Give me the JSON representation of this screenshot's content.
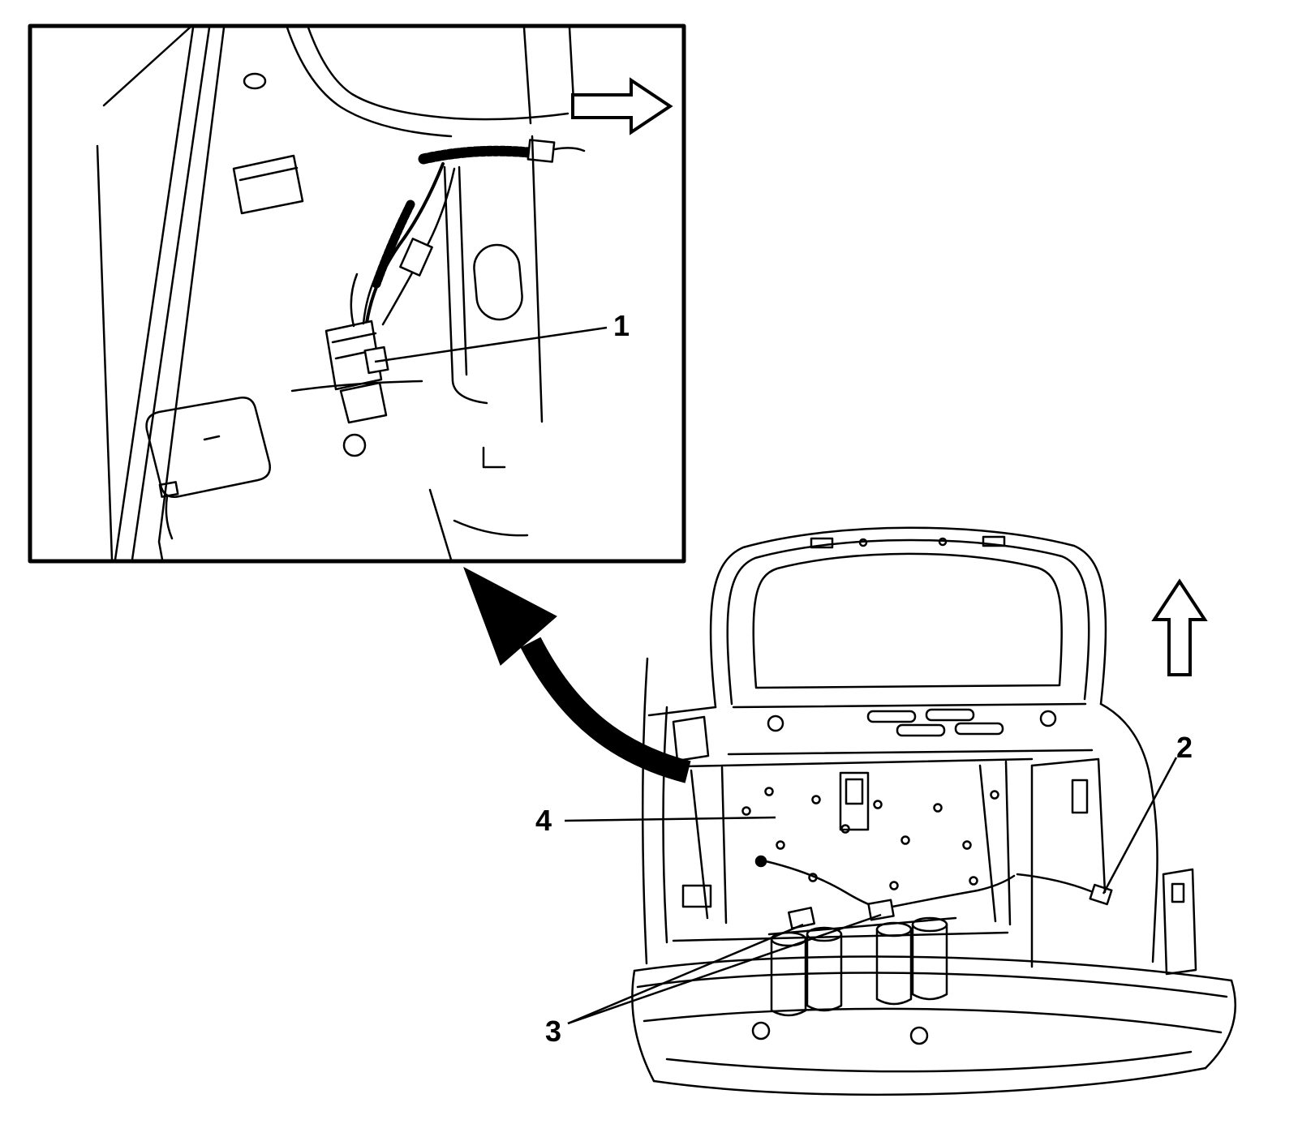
{
  "figure": {
    "background_color": "#ffffff",
    "line_color": "#000000",
    "callouts": [
      {
        "label": "1"
      },
      {
        "label": "2"
      },
      {
        "label": "3"
      },
      {
        "label": "4"
      }
    ],
    "arrows": [
      {
        "name": "right-direction-arrow"
      },
      {
        "name": "up-direction-arrow"
      },
      {
        "name": "detail-view-arrow"
      }
    ]
  }
}
